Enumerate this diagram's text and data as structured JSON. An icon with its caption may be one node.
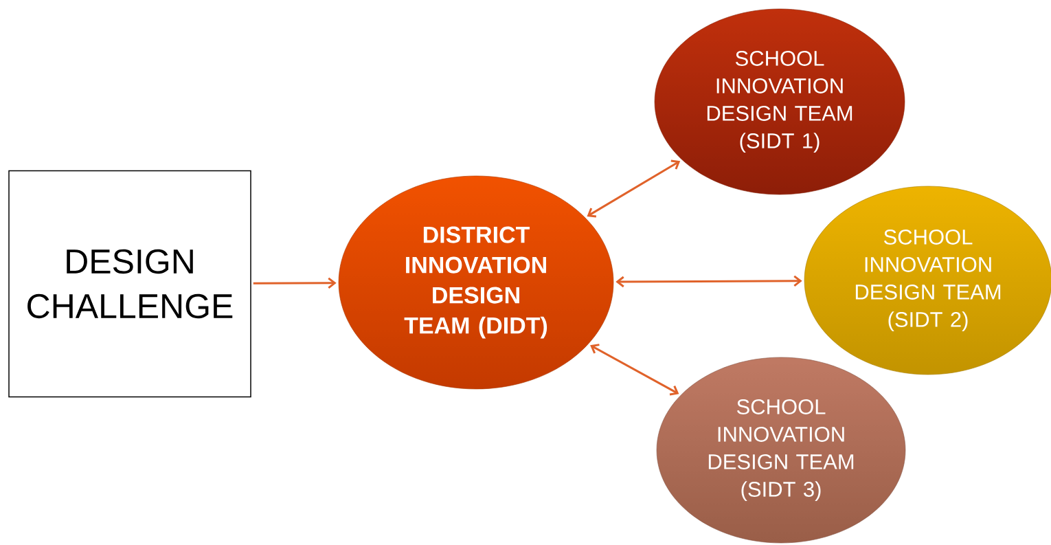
{
  "diagram": {
    "nodes": [
      {
        "text": [
          "DESIGN CHALLENGE"
        ]
      },
      {
        "text": [
          "DISTRICT INNOVATION DESIGN TEAM (DIDT)"
        ]
      },
      {
        "text": [
          "SCHOOL INNOVATION DESIGN TEAM (SIDT 1)"
        ]
      },
      {
        "text": [
          "SCHOOL INNOVATION DESIGN TEAM (SIDT 2)"
        ]
      },
      {
        "text": [
          "SCHOOL INNOVATION DESIGN TEAM (SIDT 3)"
        ]
      }
    ],
    "edges": [
      {
        "from": 0,
        "to": 1,
        "arrow": "to"
      },
      {
        "from": 1,
        "to": 2,
        "arrow": "both"
      },
      {
        "from": 1,
        "to": 3,
        "arrow": "both"
      },
      {
        "from": 1,
        "to": 4,
        "arrow": "both"
      }
    ]
  }
}
